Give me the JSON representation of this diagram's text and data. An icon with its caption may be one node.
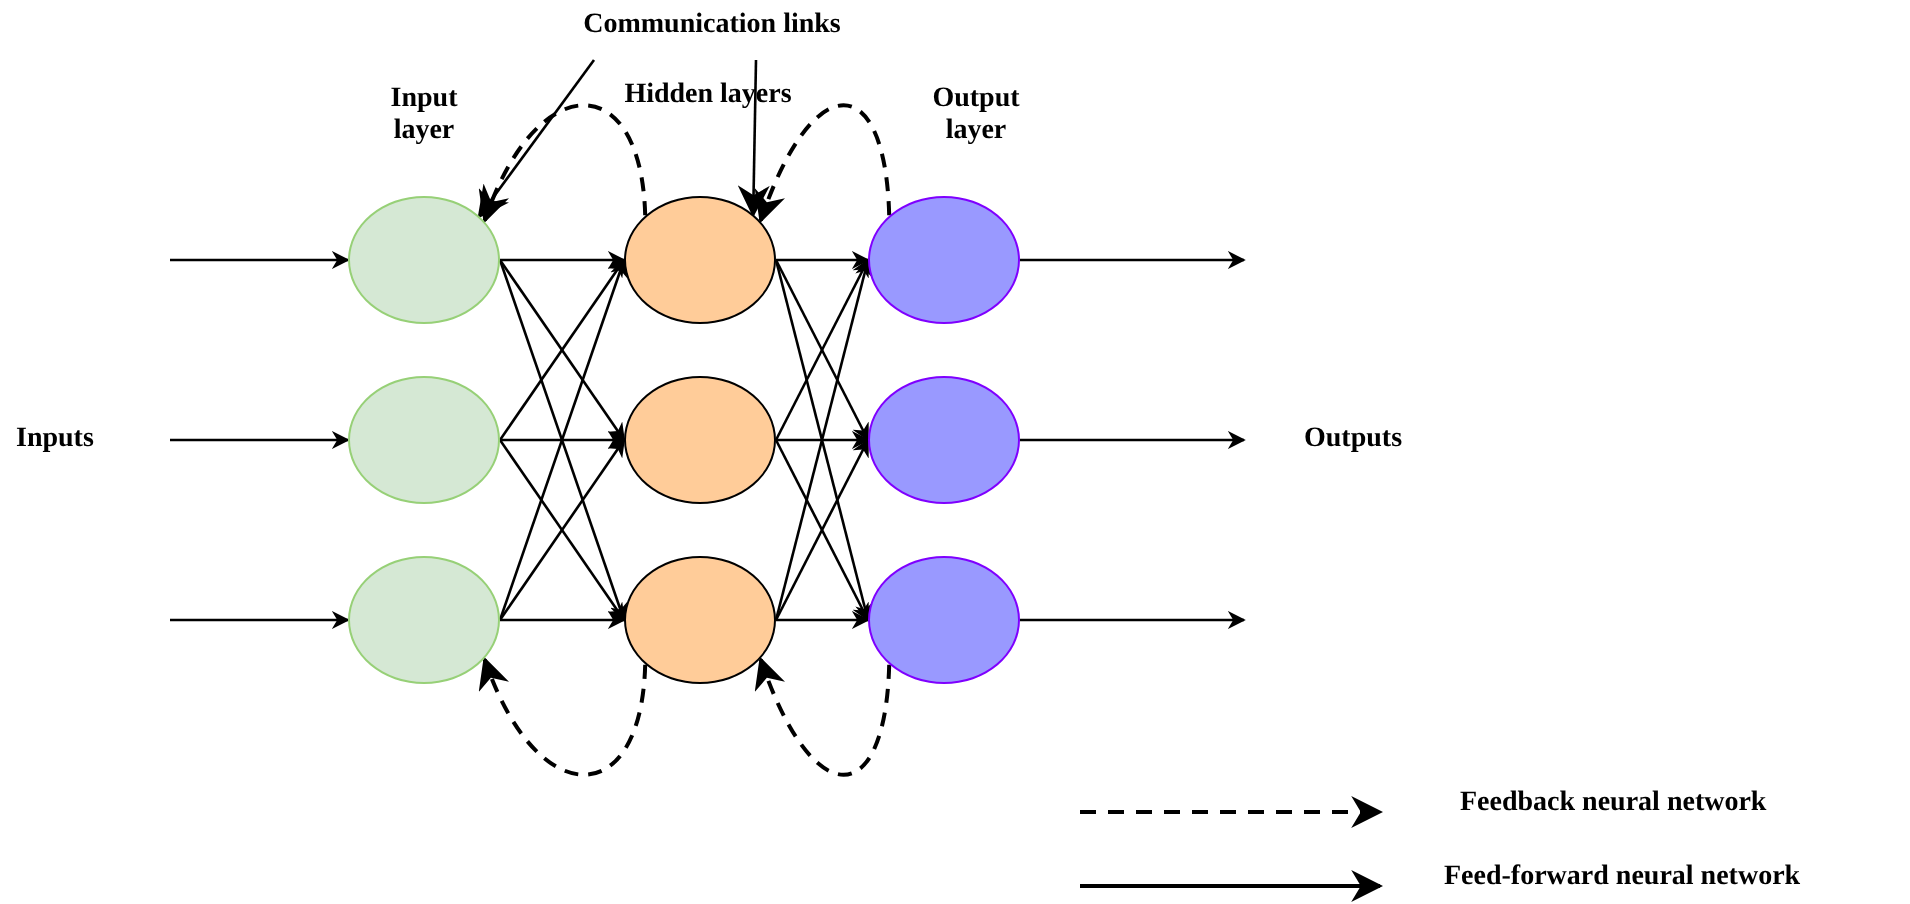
{
  "diagram": {
    "nodes": [
      {
        "text": [
          "Communication links"
        ]
      },
      {
        "text": [],
        "shape": "circle"
      },
      {
        "text": [],
        "shape": "circle"
      },
      {
        "text": [],
        "shape": "circle"
      },
      {
        "text": [],
        "shape": "circle"
      },
      {
        "text": [],
        "shape": "circle"
      },
      {
        "text": [],
        "shape": "circle"
      },
      {
        "text": [],
        "shape": "circle"
      },
      {
        "text": [],
        "shape": "circle"
      },
      {
        "text": [],
        "shape": "circle"
      }
    ],
    "edges": [
      {
        "from": 0,
        "to": 1,
        "arrow": "to"
      },
      {
        "from": 0,
        "to": 4,
        "arrow": "to"
      },
      {
        "from": null,
        "to": 1,
        "arrow": "to"
      },
      {
        "from": null,
        "to": 2,
        "arrow": "to"
      },
      {
        "from": null,
        "to": 3,
        "arrow": "to"
      },
      {
        "from": 1,
        "to": 4,
        "arrow": "to"
      },
      {
        "from": 1,
        "to": 5,
        "arrow": "to"
      },
      {
        "from": 1,
        "to": 6,
        "arrow": "to"
      },
      {
        "from": 2,
        "to": 4,
        "arrow": "to"
      },
      {
        "from": 2,
        "to": 5,
        "arrow": "to"
      },
      {
        "from": 2,
        "to": 6,
        "arrow": "to"
      },
      {
        "from": 3,
        "to": 4,
        "arrow": "to"
      },
      {
        "from": 3,
        "to": 5,
        "arrow": "to"
      },
      {
        "from": 3,
        "to": 6,
        "arrow": "to"
      },
      {
        "from": 4,
        "to": 7,
        "arrow": "to"
      },
      {
        "from": 4,
        "to": 8,
        "arrow": "to"
      },
      {
        "from": 4,
        "to": 9,
        "arrow": "to"
      },
      {
        "from": 5,
        "to": 7,
        "arrow": "to"
      },
      {
        "from": 5,
        "to": 8,
        "arrow": "to"
      },
      {
        "from": 5,
        "to": 9,
        "arrow": "to"
      },
      {
        "from": 6,
        "to": 7,
        "arrow": "to"
      },
      {
        "from": 6,
        "to": 8,
        "arrow": "to"
      },
      {
        "from": 6,
        "to": 9,
        "arrow": "to"
      },
      {
        "from": 7,
        "to": null,
        "arrow": "to"
      },
      {
        "from": 8,
        "to": null,
        "arrow": "to"
      },
      {
        "from": 9,
        "to": null,
        "arrow": "to"
      },
      {
        "from": 4,
        "to": 1,
        "arrow": "to",
        "style": "dashed"
      },
      {
        "from": 7,
        "to": 4,
        "arrow": "to",
        "style": "dashed"
      },
      {
        "from": 6,
        "to": 3,
        "arrow": "to",
        "style": "dashed"
      },
      {
        "from": 9,
        "to": 6,
        "arrow": "to",
        "style": "dashed"
      }
    ],
    "labels": [
      "Input layer",
      "Hidden layers",
      "Output layer",
      "Inputs",
      "Outputs"
    ],
    "legend": [
      {
        "text": "Feedback neural network"
      },
      {
        "text": "Feed-forward neural network"
      }
    ]
  }
}
